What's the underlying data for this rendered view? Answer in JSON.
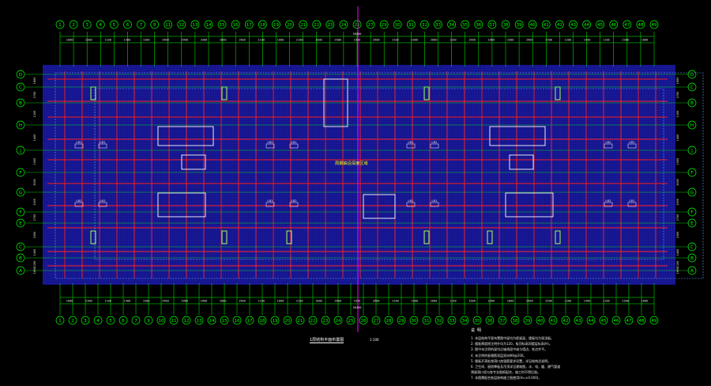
{
  "drawing": {
    "title": "1层结构平面布置图",
    "scale": "1:100",
    "overall_dim": "56400",
    "center_label": "周期抽沿深度区域",
    "background": "#000000",
    "colors": {
      "grid": "#00ff00",
      "beam": "#ff2020",
      "slab": "#1a1aa0",
      "wall": "#ffffff",
      "column": "#aaff55",
      "text": "#ffffff",
      "annotation": "#ffff00",
      "axis_mark": "#ff00ff"
    }
  },
  "grid_cols_top": [
    "1",
    "2",
    "3",
    "4",
    "5",
    "6",
    "7",
    "9",
    "11",
    "12",
    "13",
    "14",
    "15",
    "16",
    "17",
    "18",
    "19",
    "20",
    "21",
    "22",
    "23",
    "24",
    "25",
    "27",
    "29",
    "30",
    "31",
    "32",
    "33",
    "34",
    "35",
    "36",
    "37",
    "38",
    "39",
    "40",
    "41",
    "42",
    "43",
    "44",
    "45",
    "46",
    "47",
    "48",
    "49"
  ],
  "grid_cols_bottom": [
    "1",
    "2",
    "3",
    "4",
    "5",
    "6",
    "7",
    "9",
    "10",
    "11",
    "12",
    "13",
    "14",
    "15",
    "16",
    "17",
    "18",
    "19",
    "20",
    "21",
    "22",
    "23",
    "24",
    "25",
    "26",
    "27",
    "28",
    "29",
    "30",
    "31",
    "32",
    "33",
    "34",
    "35",
    "36",
    "37",
    "38",
    "39",
    "40",
    "41",
    "42",
    "43",
    "44",
    "45",
    "46",
    "47",
    "48",
    "49"
  ],
  "grid_rows": [
    "D",
    "C",
    "B",
    "H",
    "J",
    "F",
    "G",
    "F",
    "E",
    "C",
    "B",
    "A"
  ],
  "dims_top": [
    "1000",
    "2300",
    "1100",
    "1400",
    "1300",
    "2900",
    "2900",
    "3300",
    "1800",
    "1900",
    "1100",
    "1000",
    "2100",
    "1000",
    "2600",
    "1800",
    "2600",
    "2100",
    "1000",
    "2000",
    "1100",
    "1900",
    "1800",
    "3300",
    "2900",
    "2900",
    "1300",
    "1400",
    "1100",
    "2300",
    "1000"
  ],
  "dims_bottom": [
    "1000",
    "2300",
    "1100",
    "1400",
    "1300",
    "2900",
    "2900",
    "1800",
    "1800",
    "1900",
    "1100",
    "1000",
    "2100",
    "1000",
    "2600",
    "1800",
    "2600",
    "2100",
    "1000",
    "2000",
    "1100",
    "1900",
    "1800",
    "1800",
    "2900",
    "2900",
    "1300",
    "1400",
    "1100",
    "2300",
    "1000"
  ],
  "dims_left": [
    "1800",
    "2700",
    "1100",
    "1400",
    "1500",
    "3000",
    "1500",
    "2700",
    "1600",
    "1400",
    "1100",
    "1600"
  ],
  "slab_tags": [
    "LB1",
    "LB1",
    "LB2",
    "LB1",
    "LB2",
    "LB1",
    "LB1",
    "LB2",
    "LB1",
    "LB2",
    "LB1",
    "LB1",
    "LB2",
    "LB1",
    "LB2",
    "LB1"
  ],
  "notes": {
    "heading": "说明",
    "items": [
      "1. 本层结构平面布置图中梁均为框架梁，楼板均为现浇板。",
      "2. 楼板厚度除注明外均为120，板顶标高同楼层标高(H)。",
      "3. 图中未注明的梁均沿轴线居中或与墙边、柱边齐平。",
      "4. 未注明的板钢筋双层双向Φ8@200。",
      "5. 楼板开洞处按洞口加强筋要求设置，详见结构总说明。",
      "6. 卫生间、厨房降板及吊顶详见建筑图，水、电、暖、燃气管道",
      "   预留洞口须与各专业图纸配合，施工时不得后凿。",
      "7. 本图需配合各层结构施工图使用(H=±0.000)。"
    ]
  }
}
